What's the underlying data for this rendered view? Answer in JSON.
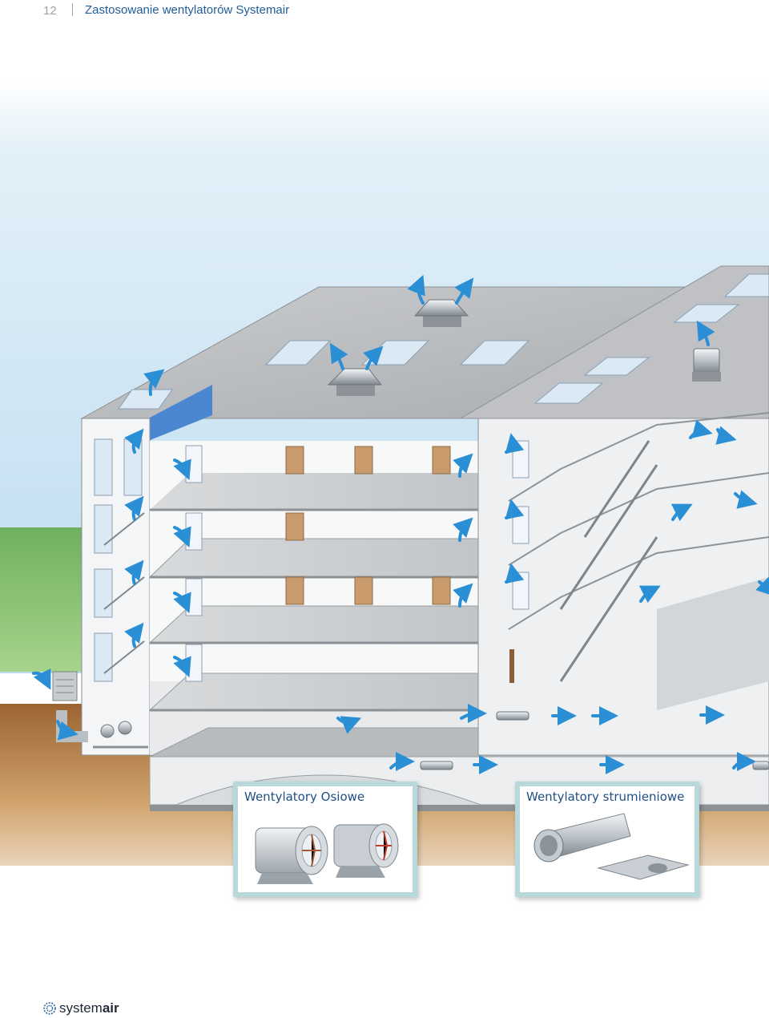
{
  "header": {
    "page_number": "12",
    "title": "Zastosowanie wentylatorów Systemair"
  },
  "products": [
    {
      "label": "Wentylatory Osiowe",
      "icon": "axial-fan-icon"
    },
    {
      "label": "Wentylatory strumieniowe",
      "icon": "jet-fan-icon"
    }
  ],
  "footer": {
    "logo_text_light": "system",
    "logo_text_bold": "air",
    "logo_icon": "systemair-logo-icon"
  },
  "colors": {
    "accent": "#1f5c99",
    "airflow_arrow": "#2b8fd6",
    "product_frame": "#b7d9dc"
  }
}
